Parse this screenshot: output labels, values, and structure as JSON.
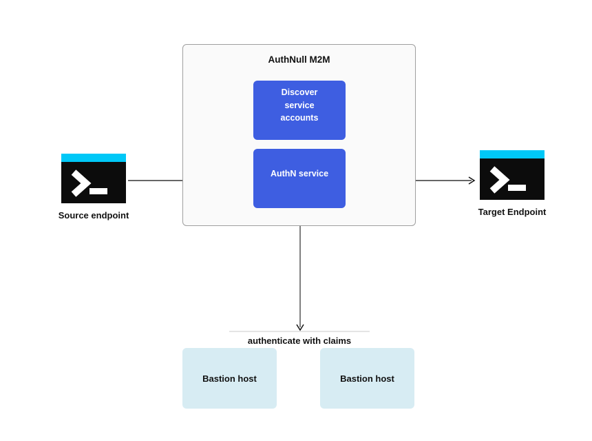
{
  "diagram": {
    "group_title": "AuthNull M2M",
    "nodes": {
      "discover": {
        "label": "Discover service accounts",
        "color": "#3e5ee1"
      },
      "authn": {
        "label": "AuthN service",
        "color": "#3e5ee1"
      },
      "source": {
        "label": "Source endpoint",
        "icon": "terminal-icon"
      },
      "target": {
        "label": "Target Endpoint",
        "icon": "terminal-icon"
      },
      "bastion_a": {
        "label": "Bastion host",
        "color": "#d7ecf3"
      },
      "bastion_b": {
        "label": "Bastion host",
        "color": "#d7ecf3"
      }
    },
    "edge_label": "authenticate with claims",
    "colors": {
      "page_background": "#ffffff",
      "group_background": "#fafafa",
      "group_border": "#9e9e9e",
      "node_blue": "#3e5ee1",
      "node_blue_text": "#ffffff",
      "node_light_blue": "#d7ecf3",
      "terminal_body": "#0c0c0c",
      "terminal_bar": "#00c8f7",
      "terminal_glyph": "#ffffff",
      "arrow_line": "#666666",
      "arrowhead": "#111111",
      "divider_line": "#c9c9c9",
      "label_text": "#111111"
    }
  }
}
